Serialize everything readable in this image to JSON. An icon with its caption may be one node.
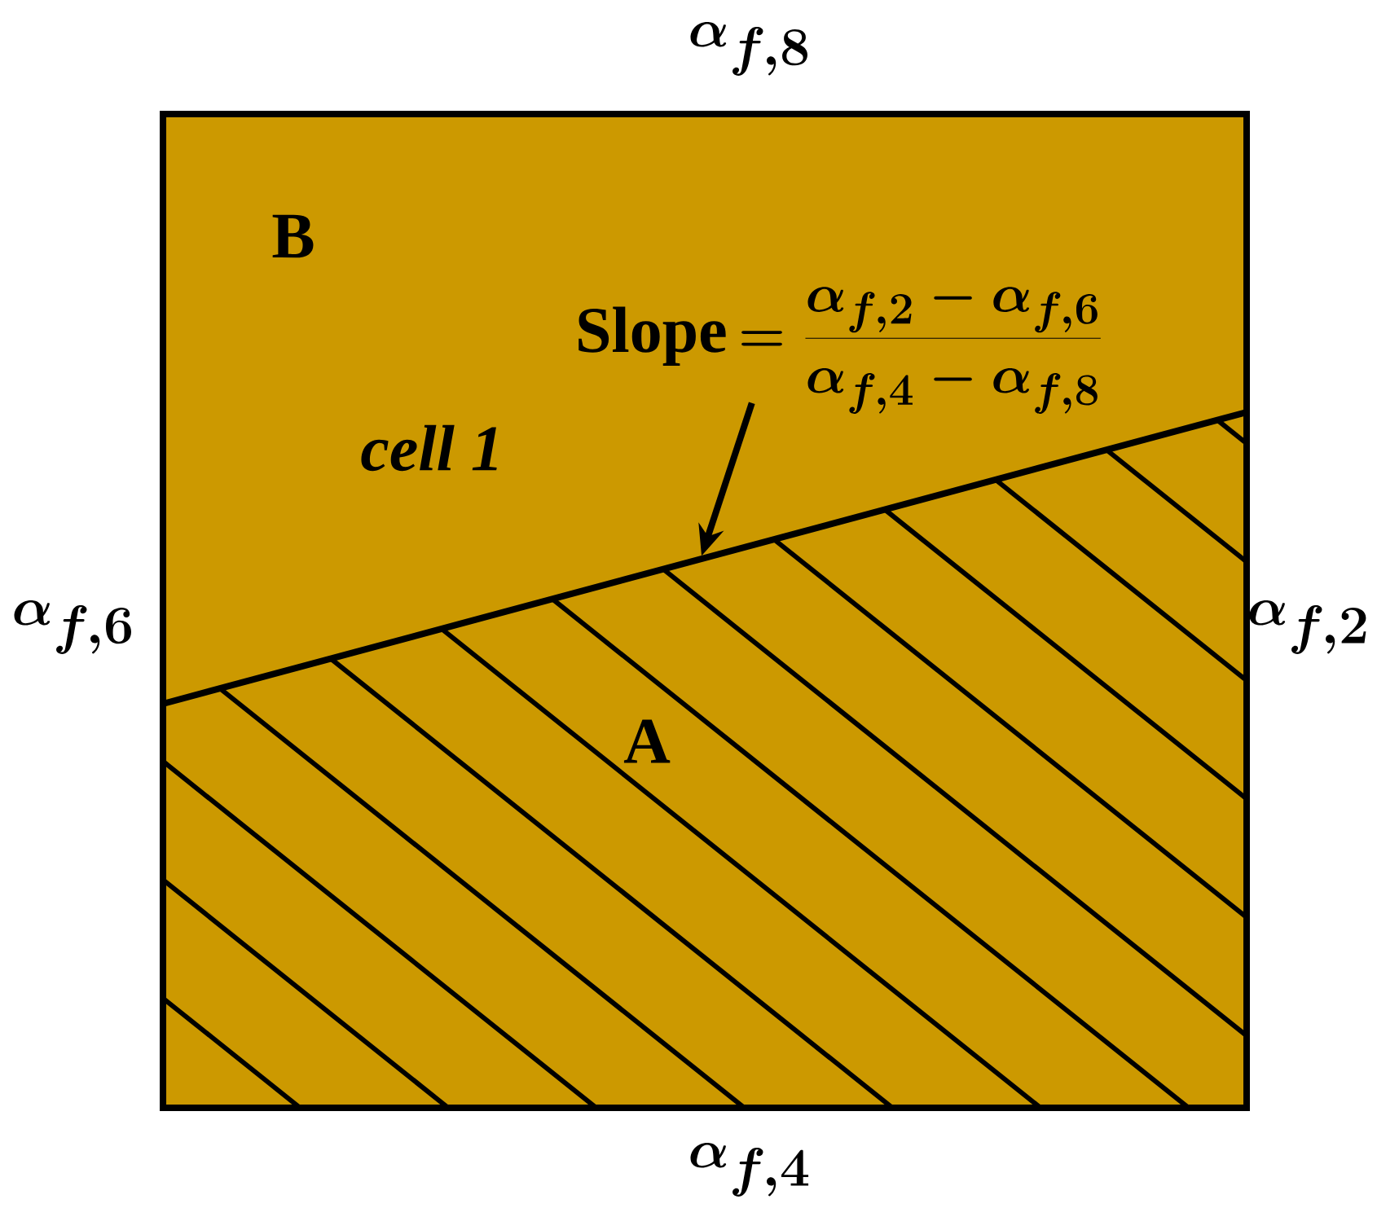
{
  "diagram": {
    "nodes": [
      {
        "text": [
          "Slope",
          "=\\frac{\\alpha_{f,2}-\\alpha_{f,6}}{\\alpha_{f,4}-\\alpha_{f,8}}"
        ]
      },
      {
        "text": [],
        "shape": "line"
      }
    ],
    "edges": [
      {
        "from": 0,
        "to": 1,
        "arrow": "to"
      }
    ],
    "labels": [
      "\\alpha_{f,8}",
      "B",
      "cell 1",
      "\\alpha_{f,6}",
      "\\alpha_{f,2}",
      "A",
      "\\alpha_{f,4}"
    ]
  }
}
